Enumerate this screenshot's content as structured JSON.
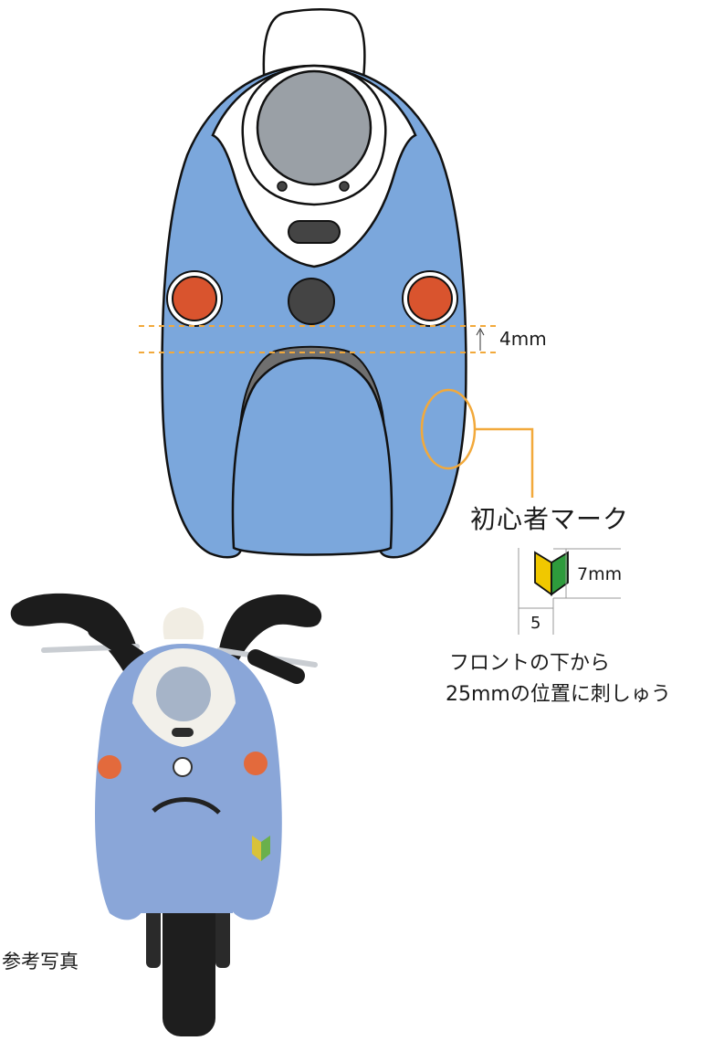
{
  "gap_label": "4mm",
  "mark": {
    "title": "初心者マーク",
    "height_label": "7mm",
    "width_label": "5",
    "colors": {
      "left": "#f0c800",
      "right": "#2e9b3c"
    }
  },
  "note": {
    "line1": "フロントの下から",
    "line2": "25mmの位置に刺しゅう"
  },
  "photo_caption": "参考写真",
  "colors": {
    "body_blue": "#7ba7dc",
    "taillight_red": "#d9542e",
    "guide_orange": "#f2a93b",
    "dark_gray": "#444444",
    "lens_gray": "#9aa0a6"
  }
}
